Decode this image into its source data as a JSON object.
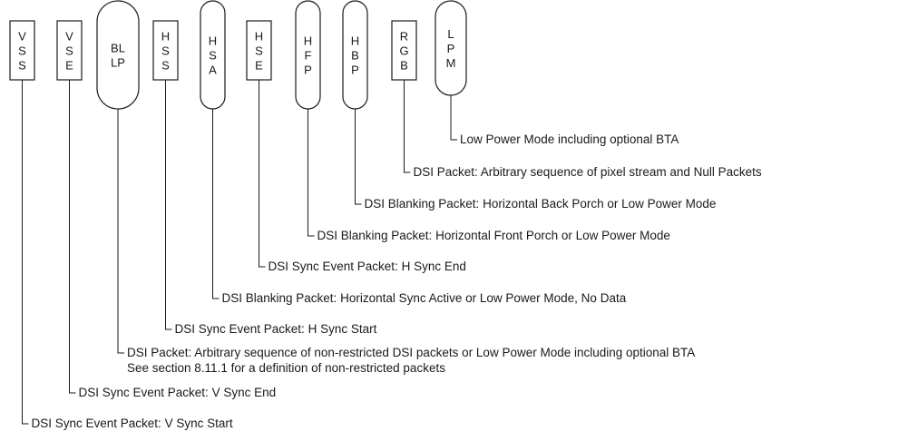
{
  "diagram": {
    "symbols": [
      {
        "id": "vss",
        "shape": "box",
        "lines": [
          "V",
          "S",
          "S"
        ],
        "description": [
          "DSI Sync Event Packet: V Sync Start"
        ]
      },
      {
        "id": "vse",
        "shape": "box",
        "lines": [
          "V",
          "S",
          "E"
        ],
        "description": [
          "DSI Sync Event Packet: V Sync End"
        ]
      },
      {
        "id": "bllp",
        "shape": "pill",
        "lines": [
          "BL",
          "LP"
        ],
        "description": [
          "DSI Packet: Arbitrary sequence of non-restricted DSI packets or Low Power Mode including optional BTA",
          "See section 8.11.1 for a definition of non-restricted packets"
        ]
      },
      {
        "id": "hss",
        "shape": "box",
        "lines": [
          "H",
          "S",
          "S"
        ],
        "description": [
          "DSI Sync Event Packet: H Sync Start"
        ]
      },
      {
        "id": "hsa",
        "shape": "pill",
        "lines": [
          "H",
          "S",
          "A"
        ],
        "description": [
          "DSI Blanking Packet: Horizontal Sync Active or Low Power Mode, No Data"
        ]
      },
      {
        "id": "hse",
        "shape": "box",
        "lines": [
          "H",
          "S",
          "E"
        ],
        "description": [
          "DSI Sync Event Packet: H Sync End"
        ]
      },
      {
        "id": "hfp",
        "shape": "pill",
        "lines": [
          "H",
          "F",
          "P"
        ],
        "description": [
          "DSI  Blanking Packet: Horizontal Front Porch or Low Power Mode"
        ]
      },
      {
        "id": "hbp",
        "shape": "pill",
        "lines": [
          "H",
          "B",
          "P"
        ],
        "description": [
          "DSI Blanking Packet: Horizontal Back Porch or Low Power Mode"
        ]
      },
      {
        "id": "rgb",
        "shape": "box",
        "lines": [
          "R",
          "G",
          "B"
        ],
        "description": [
          "DSI Packet: Arbitrary sequence of pixel stream and Null Packets"
        ]
      },
      {
        "id": "lpm",
        "shape": "pill",
        "lines": [
          "L",
          "P",
          "M"
        ],
        "description": [
          "Low Power Mode including optional BTA"
        ]
      }
    ]
  }
}
